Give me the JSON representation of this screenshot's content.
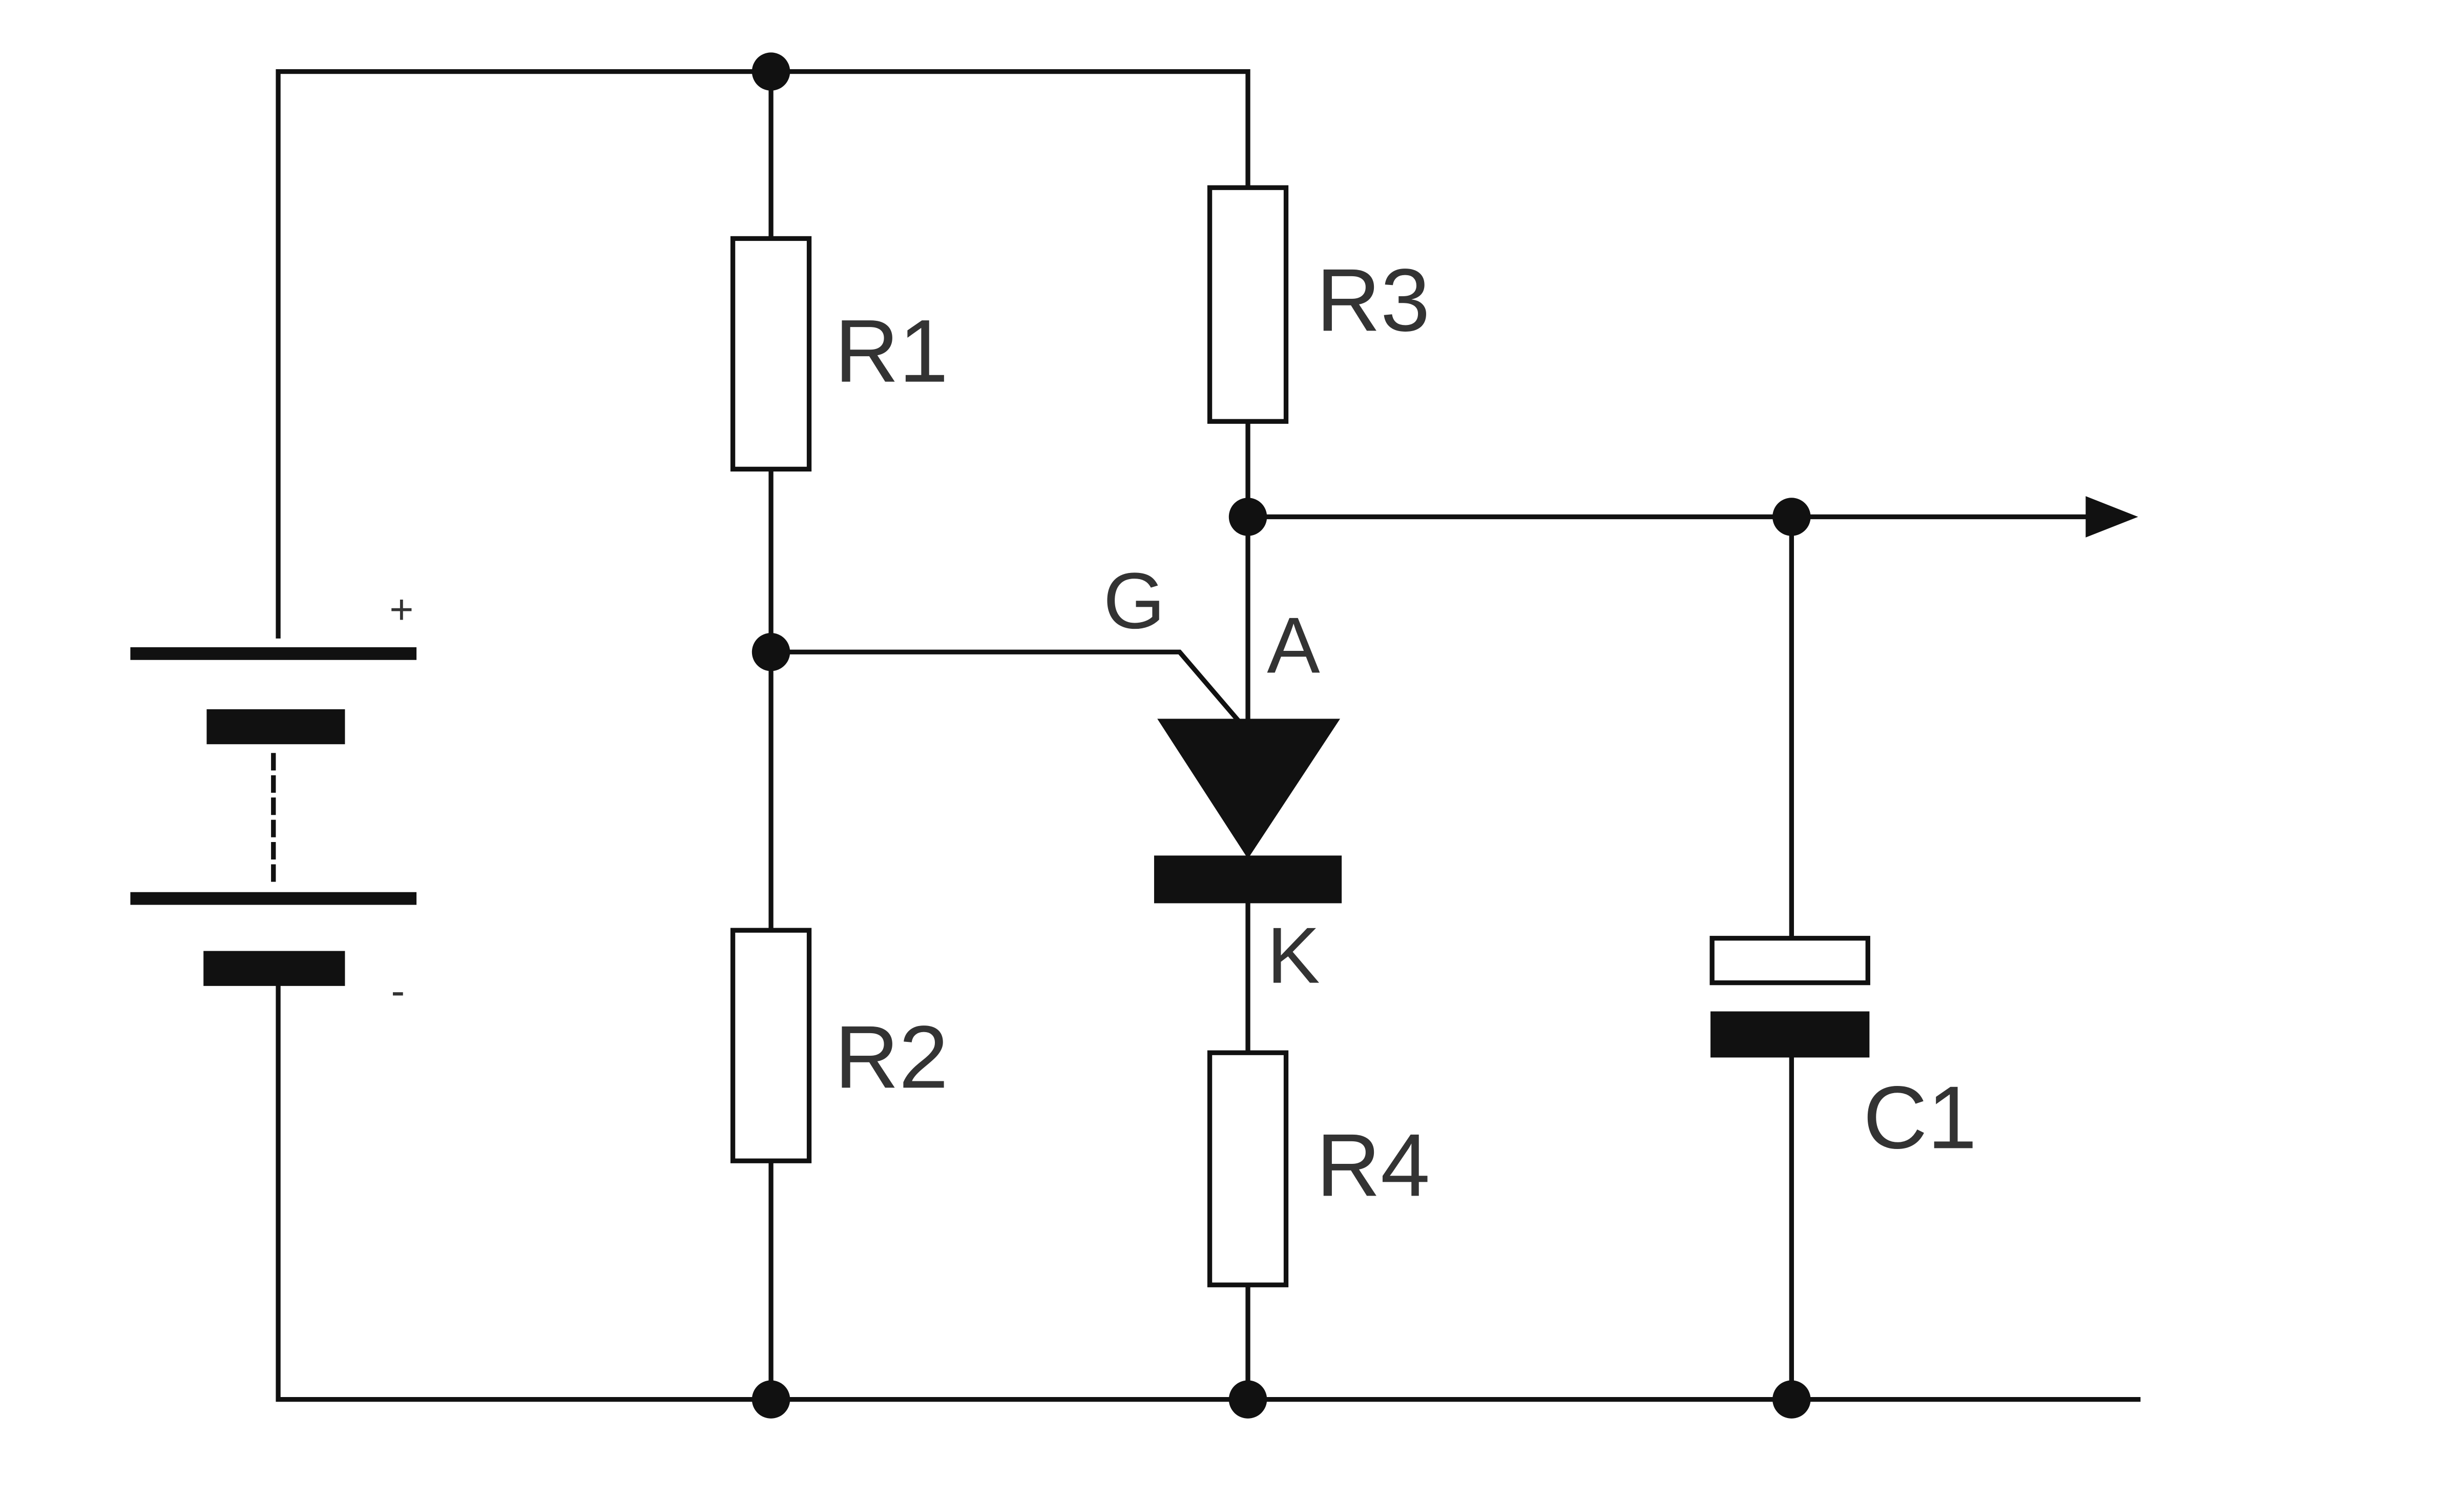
{
  "diagram": {
    "components": {
      "r1": "R1",
      "r2": "R2",
      "r3": "R3",
      "r4": "R4",
      "c1": "C1"
    },
    "thyristor": {
      "gate": "G",
      "anode": "A",
      "cathode": "K"
    },
    "battery": {
      "positive": "+",
      "negative": "-"
    },
    "colors": {
      "line": "#111111",
      "label": "#333333",
      "background": "#ffffff"
    }
  }
}
